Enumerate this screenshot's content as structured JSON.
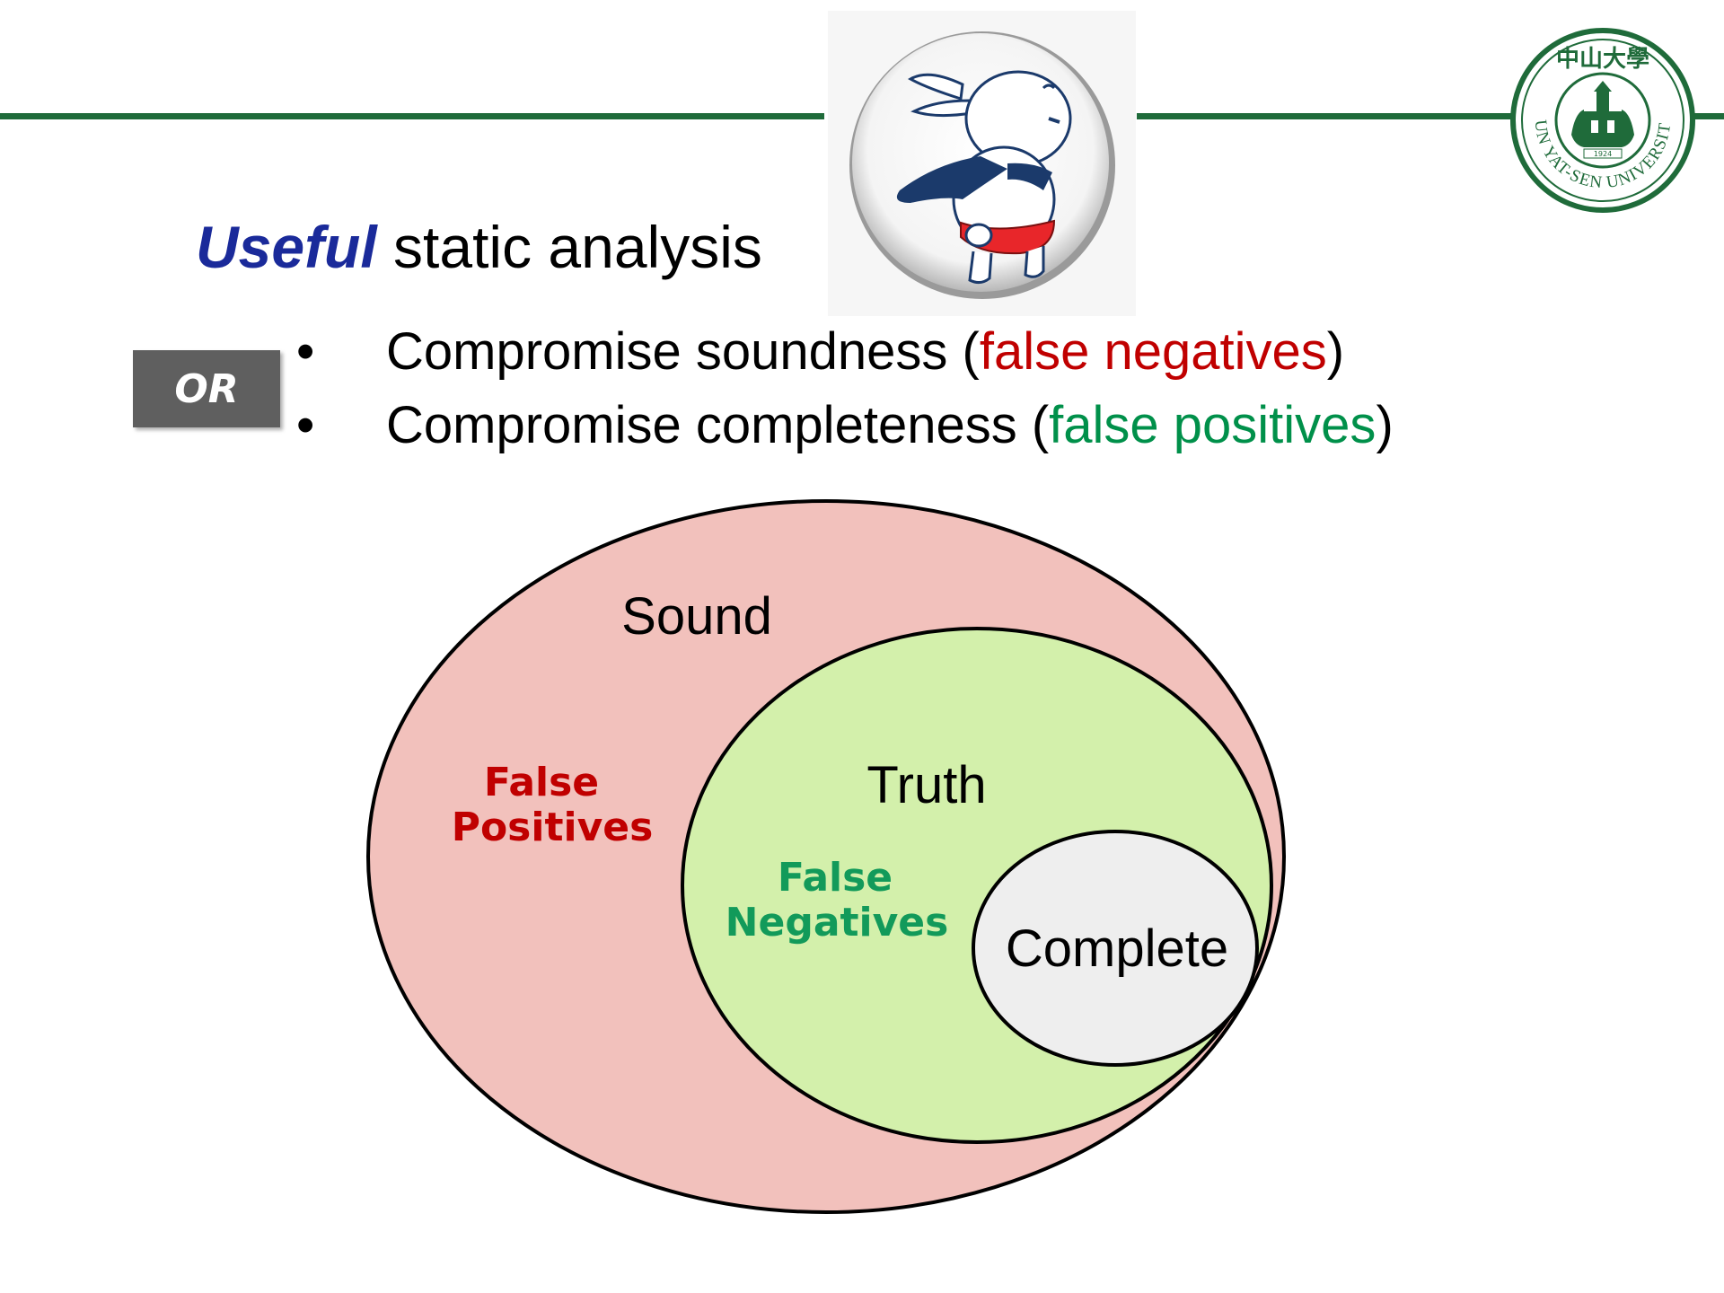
{
  "title": {
    "emphasis": "Useful",
    "rest": " static analysis"
  },
  "or_badge": "OR",
  "bullets": [
    {
      "marker": "•",
      "prefix": "Compromise soundness (",
      "highlight": "false negatives",
      "suffix": ")",
      "highlight_color": "#c00000"
    },
    {
      "marker": "•",
      "prefix": "Compromise completeness (",
      "highlight": "false positives",
      "suffix": ")",
      "highlight_color": "#00904a"
    }
  ],
  "venn": {
    "sound_label": "Sound",
    "truth_label": "Truth",
    "complete_label": "Complete",
    "false_positives": {
      "line1": "False",
      "line2": "Positives"
    },
    "false_negatives": {
      "line1": "False",
      "line2": "Negatives"
    },
    "colors": {
      "sound_fill": "#f2c1bc",
      "truth_fill": "#d3f0ab",
      "complete_fill": "#eeeeee",
      "fp_text": "#c00000",
      "fn_text": "#129a5a"
    }
  },
  "logo": {
    "text": "SUN YAT-SEN UNIVERSITY",
    "chinese": "中山大學",
    "year": "1924",
    "color": "#1f6b3a"
  },
  "colors": {
    "rule_line": "#1f6b3a",
    "title_emphasis": "#1a2a9a",
    "badge_bg": "#5f5f5f"
  }
}
